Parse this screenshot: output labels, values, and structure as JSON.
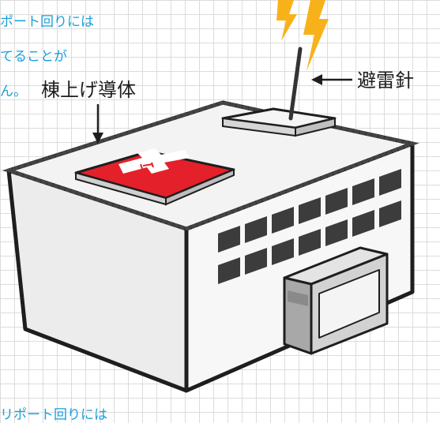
{
  "note": {
    "line1": "ポート回りには",
    "line2": "てることが",
    "line3": "ん。"
  },
  "labels": {
    "roof_conductor": "棟上げ導体",
    "lightning_rod": "避雷針"
  },
  "bottom_note": "リポート回りには",
  "colors": {
    "note_text": "#1aa0d8",
    "lightning": "#f7b21a",
    "helipad_red": "#e4202b",
    "building_outline": "#1e1e1e"
  },
  "icons": {
    "lightning": "lightning-bolt-icon",
    "helipad": "red-cross-helipad-icon",
    "arrow": "arrow-icon"
  }
}
